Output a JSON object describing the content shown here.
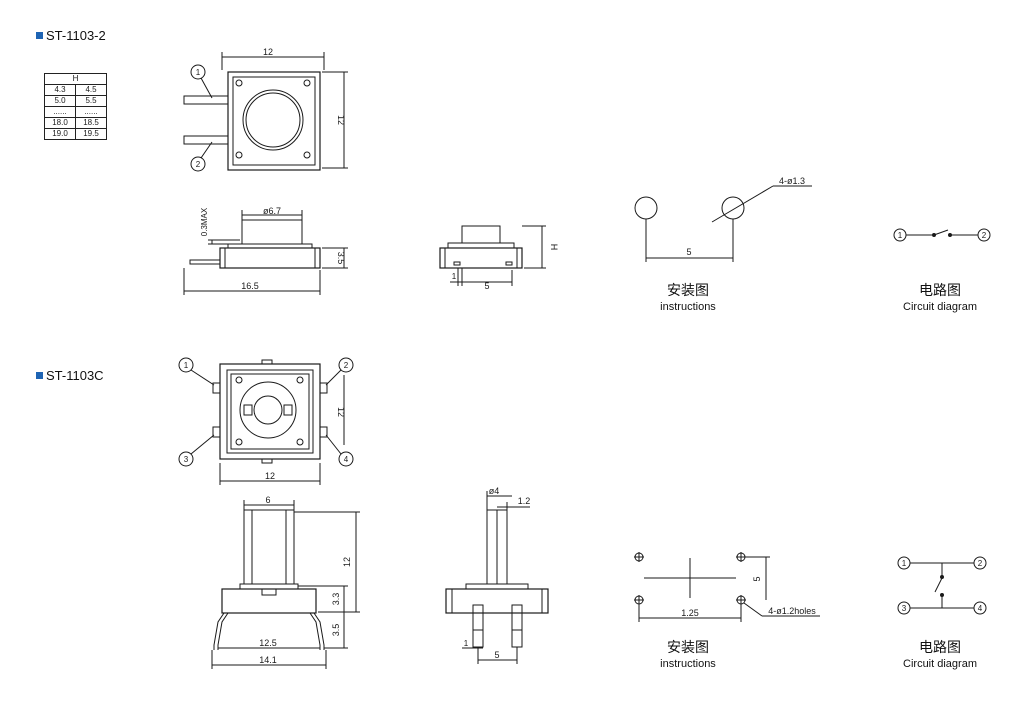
{
  "part1": {
    "title": "ST-1103-2",
    "h_table": {
      "header": "H",
      "rows": [
        [
          "4.3",
          "4.5"
        ],
        [
          "5.0",
          "5.5"
        ],
        [
          "......",
          "......"
        ],
        [
          "18.0",
          "18.5"
        ],
        [
          "19.0",
          "19.5"
        ]
      ]
    },
    "top_view": {
      "width": "12",
      "height": "12",
      "pin1": "1",
      "pin2": "2"
    },
    "side_view": {
      "dia": "ø6.7",
      "max": "0.3MAX",
      "h35": "3.5",
      "length": "16.5"
    },
    "end_view": {
      "h": "H",
      "dim1": "1",
      "dim5": "5"
    },
    "instructions": {
      "holes": "4-ø1.3",
      "spacing": "5",
      "cn": "安装图",
      "en": "instructions"
    },
    "circuit": {
      "pin1": "1",
      "pin2": "2",
      "cn": "电路图",
      "en": "Circuit diagram"
    }
  },
  "part2": {
    "title": "ST-1103C",
    "top_view": {
      "width": "12",
      "height": "12",
      "pins": [
        "1",
        "2",
        "3",
        "4"
      ]
    },
    "front_view": {
      "w6": "6",
      "h12": "12",
      "h33": "3.3",
      "h35": "3.5",
      "w125": "12.5",
      "w141": "14.1"
    },
    "side_view": {
      "dia": "ø4",
      "d12": "1.2",
      "dim1": "1",
      "dim5": "5"
    },
    "instructions": {
      "spacing_v": "5",
      "spacing_h": "1.25",
      "holes": "4-ø1.2holes",
      "cn": "安装图",
      "en": "instructions"
    },
    "circuit": {
      "pins": [
        "1",
        "2",
        "3",
        "4"
      ],
      "cn": "电路图",
      "en": "Circuit diagram"
    }
  },
  "colors": {
    "line": "#1a1a1a",
    "marker": "#1e64b4",
    "background": "#ffffff"
  }
}
